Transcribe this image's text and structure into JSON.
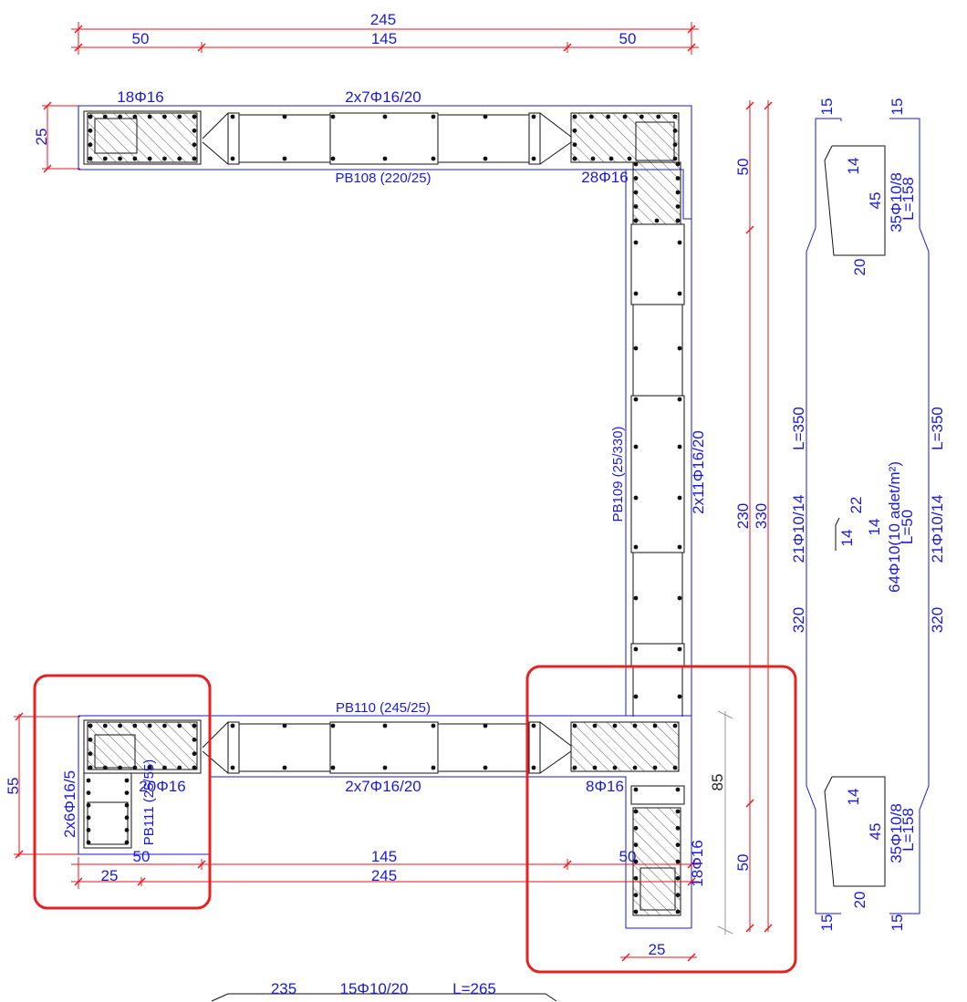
{
  "top_dims": {
    "total": "245",
    "left": "50",
    "mid": "145",
    "right": "50"
  },
  "left_dims": {
    "top": "25",
    "bottom": "55"
  },
  "bottom_dims": {
    "left50": "50",
    "mid145": "145",
    "right50": "50",
    "left25": "25",
    "total245": "245",
    "width25": "25"
  },
  "vertical_dims": {
    "d50_top": "50",
    "d230": "230",
    "d330": "330",
    "d85": "85",
    "d50_bot": "50"
  },
  "labels": {
    "top_left_bars": "18Φ16",
    "top_mid_bars": "2x7Φ16/20",
    "pb108": "PB108 (220/25)",
    "top_right_bars": "28Φ16",
    "pb109": "PB109 (25/330)",
    "right_mid_bars": "2x11Φ16/20",
    "pb110": "PB110 (245/25)",
    "bot_left_bars": "20Φ16",
    "bot_mid_bars": "2x7Φ16/20",
    "bot_right_bars": "8Φ16",
    "bot_left_stirrups": "2x6Φ16/5",
    "pb111": "PB111 (25/55)",
    "bot_right_corner_bars": "18Φ16"
  },
  "stirrup_details": {
    "top15_left": "15",
    "top15_right": "15",
    "hook14_top": "14",
    "hook45_top": "45",
    "hook20_top": "20",
    "top_spec": "35Φ10/8",
    "top_len": "L=158",
    "side_left_len": "L=350",
    "side_left_spec": "21Φ10/14",
    "side_left_320": "320",
    "side_right_len": "L=350",
    "side_right_spec": "21Φ10/14",
    "side_right_320": "320",
    "tie22": "22",
    "tie14a": "14",
    "tie14b": "14",
    "tie_spec": "64Φ10(10 adet/m²)",
    "tie_len": "L=50",
    "hook14_bot": "14",
    "hook45_bot": "45",
    "hook20_bot": "20",
    "bot_spec": "35Φ10/8",
    "bot_len": "L=158",
    "bot15_left": "15",
    "bot15_right": "15"
  },
  "bottom_bar": {
    "len": "235",
    "spec": "15Φ10/20",
    "total": "L=265"
  },
  "colors": {
    "dimension": "#e8141b",
    "text": "#1a1adb",
    "highlight": "#e52222"
  }
}
